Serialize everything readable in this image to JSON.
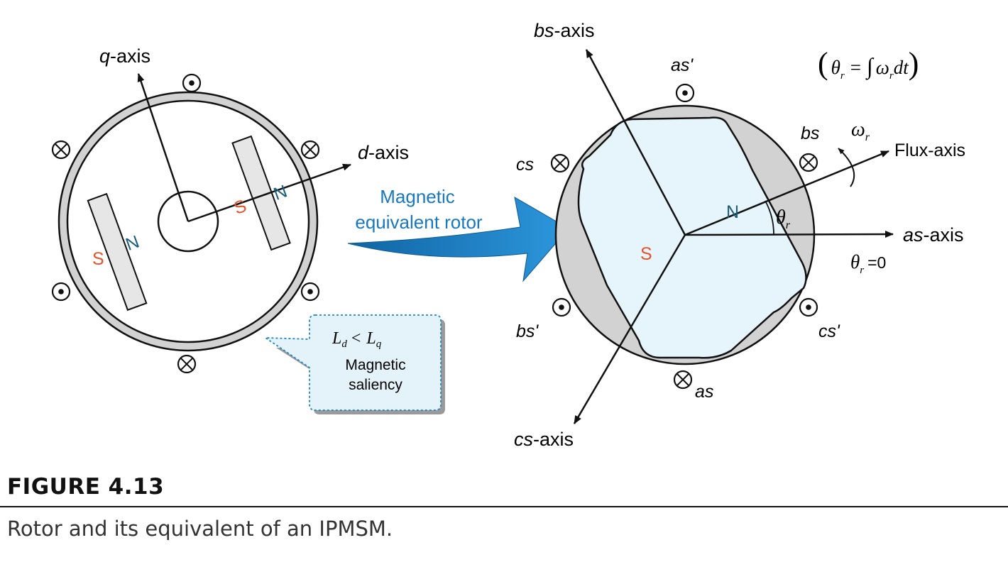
{
  "left_machine": {
    "q_axis": {
      "var": "q",
      "suffix": "-axis"
    },
    "d_axis": {
      "var": "d",
      "suffix": "-axis"
    },
    "magnet_left": {
      "S": "S",
      "N": "N"
    },
    "magnet_right": {
      "S": "S",
      "N": "N"
    }
  },
  "arrow_label": {
    "line1": "Magnetic",
    "line2": "equivalent rotor"
  },
  "callout": {
    "formula": {
      "Ld": "L",
      "ld_sub": "d",
      "op": "<",
      "Lq": "L",
      "lq_sub": "q"
    },
    "line1": "Magnetic",
    "line2": "saliency"
  },
  "right_machine": {
    "bs_axis": {
      "var": "bs",
      "suffix": "-axis"
    },
    "as_axis": {
      "var": "as",
      "suffix": "-axis"
    },
    "cs_axis": {
      "var": "cs",
      "suffix": "-axis"
    },
    "flux_axis": "Flux-axis",
    "windings": {
      "as_prime": "as'",
      "bs": "bs",
      "cs": "cs",
      "bs_prime": "bs'",
      "cs_prime": "cs'",
      "as": "as"
    },
    "poles": {
      "N": "N",
      "S": "S"
    },
    "theta": "θ",
    "theta_sub": "r",
    "omega": "ω",
    "omega_sub": "r",
    "theta_zero": {
      "eq": "=",
      "val": "0"
    },
    "theta_def": {
      "open": "(",
      "lhs": "θ",
      "lhs_sub": "r",
      "eq": "=",
      "integral": "∫",
      "rhs": "ω",
      "rhs_sub": "r",
      "dt": "dt",
      "close": ")"
    }
  },
  "colors": {
    "pole_S": "#e8522a",
    "pole_N": "#1b5d7e",
    "arrow_blue": "#1778bd",
    "rotor_fill": "#e6f4fb",
    "stator_gray": "#cccccc",
    "callout_fill": "#e4f3fa"
  },
  "caption": {
    "title": "FIGURE 4.13",
    "text": "Rotor and its equivalent of an IPMSM."
  }
}
